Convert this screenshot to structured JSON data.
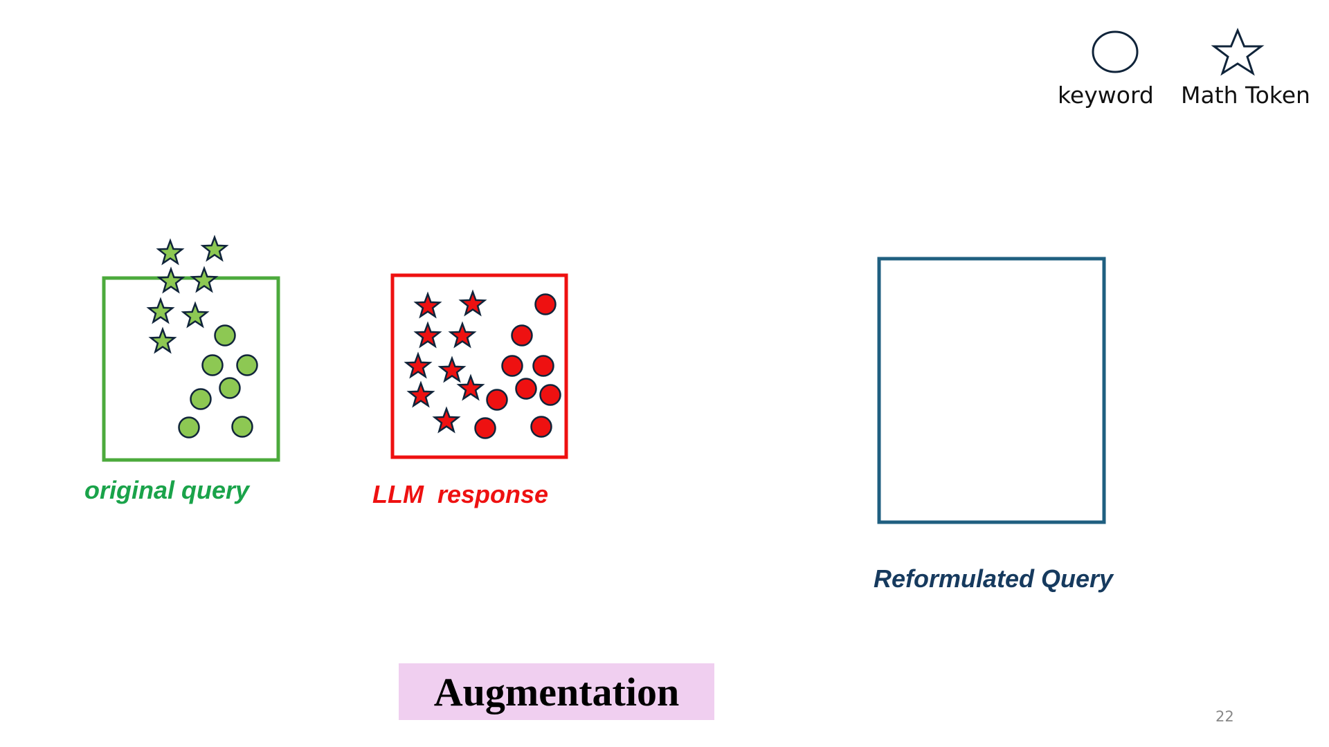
{
  "legend": {
    "keyword_label": "keyword",
    "math_token_label": "Math Token"
  },
  "captions": {
    "original_query": "original query",
    "llm_response": "LLM  response",
    "reformulated_query": "Reformulated Query"
  },
  "augmentation_label": "Augmentation",
  "page_number": "22",
  "colors": {
    "green_box": "#4caa3c",
    "green_fill": "#8dc853",
    "green_text": "#1aa34a",
    "red": "#ee1111",
    "red_text": "#ee1111",
    "blue_box": "#1f5f80",
    "blue_text": "#163a5e",
    "aug_bg": "#f0cff0",
    "outline": "#10243a"
  }
}
